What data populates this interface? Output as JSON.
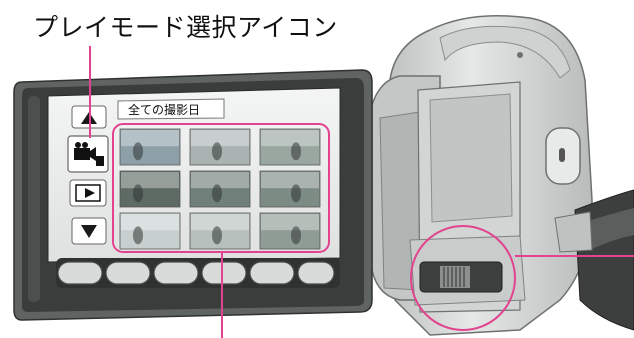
{
  "callout": {
    "label": "プレイモード選択アイコン"
  },
  "screen": {
    "tab_label": "全ての撮影日",
    "side_buttons": [
      {
        "name": "scroll-up-icon",
        "glyph": "▲"
      },
      {
        "name": "play-mode-select-icon",
        "glyph": "video-camera-icon"
      },
      {
        "name": "playback-icon",
        "glyph": "▶"
      },
      {
        "name": "scroll-down-icon",
        "glyph": "▼"
      }
    ],
    "thumbnail_count": 9,
    "thumbnail_tones": [
      "#8da0a8",
      "#a9b4b2",
      "#9aa7a1",
      "#5e6a64",
      "#6f7f7a",
      "#7d8b85",
      "#c8d0cf",
      "#b7c0bd",
      "#8f9c96"
    ]
  },
  "camera": {
    "colors": {
      "body": "#d7d9d8",
      "body_dark": "#a9adab",
      "screen_frame": "#3a3d3c",
      "callout_pink": "#e2438e"
    }
  }
}
